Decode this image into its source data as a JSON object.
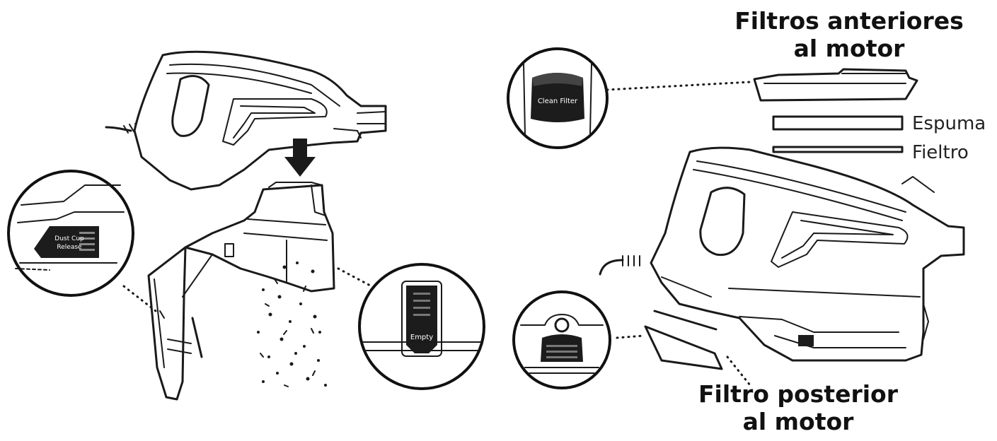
{
  "labels": {
    "pre_motor_title_line1": "Filtros anteriores",
    "pre_motor_title_line2": "al motor",
    "foam": "Espuma",
    "felt": "Fieltro",
    "post_motor_title_line1": "Filtro posterior",
    "post_motor_title_line2": "al motor"
  },
  "callouts": {
    "dust_cup_release_line1": "Dust Cup",
    "dust_cup_release_line2": "Release",
    "empty": "Empty",
    "clean_filter": "Clean Filter"
  }
}
